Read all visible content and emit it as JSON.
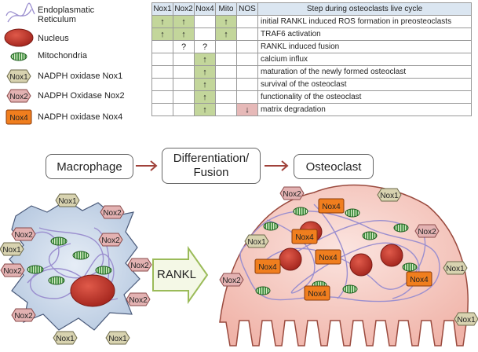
{
  "legend": {
    "er": "Endoplasmatic Reticulum",
    "nucleus": "Nucleus",
    "mitochondria": "Mitochondria",
    "nox1": "NADPH oxidase Nox1",
    "nox2": "NADPH Oxidase  Nox2",
    "nox4": "NADPH oxidase Nox4",
    "nox1_tag": "Nox1",
    "nox2_tag": "Nox2",
    "nox4_tag": "Nox4"
  },
  "table": {
    "headers": [
      "Nox1",
      "Nox2",
      "Nox4",
      "Mito",
      "NOS",
      "Step during osteoclasts live cycle"
    ],
    "rows": [
      {
        "marks": [
          "↑",
          "↑",
          "",
          "↑",
          ""
        ],
        "step": "initial RANKL induced ROS formation in preosteoclasts"
      },
      {
        "marks": [
          "↑",
          "↑",
          "",
          "↑",
          ""
        ],
        "step": "TRAF6 activation"
      },
      {
        "marks": [
          "",
          "?",
          "?",
          "",
          ""
        ],
        "step": "RANKL induced fusion"
      },
      {
        "marks": [
          "",
          "",
          "↑",
          "",
          ""
        ],
        "step": "calcium influx"
      },
      {
        "marks": [
          "",
          "",
          "↑",
          "",
          ""
        ],
        "step": "maturation of  the newly formed osteoclast"
      },
      {
        "marks": [
          "",
          "",
          "↑",
          "",
          ""
        ],
        "step": "survival of the osteoclast"
      },
      {
        "marks": [
          "",
          "",
          "↑",
          "",
          ""
        ],
        "step": "functionality of the osteoclast"
      },
      {
        "marks": [
          "",
          "",
          "↑",
          "",
          "↓"
        ],
        "step": "matrix degradation"
      }
    ],
    "cell_colors": {
      "green": "#c3d69b",
      "red": "#e6b9b8"
    }
  },
  "stages": {
    "macrophage": "Macrophage",
    "differentiation": "Differentiation/ Fusion",
    "osteoclast": "Osteoclast",
    "rankl": "RANKL"
  },
  "colors": {
    "nucleus": "#c0392b",
    "nox1_fill": "#d8d3b0",
    "nox2_fill": "#e3b2b2",
    "nox4_fill": "#f07e1e",
    "cell_fill": "#ccd9eb",
    "osteoclast_fill": "#f3c9c0",
    "arrow": "#a0423a",
    "er_line": "#9b8fcf"
  }
}
